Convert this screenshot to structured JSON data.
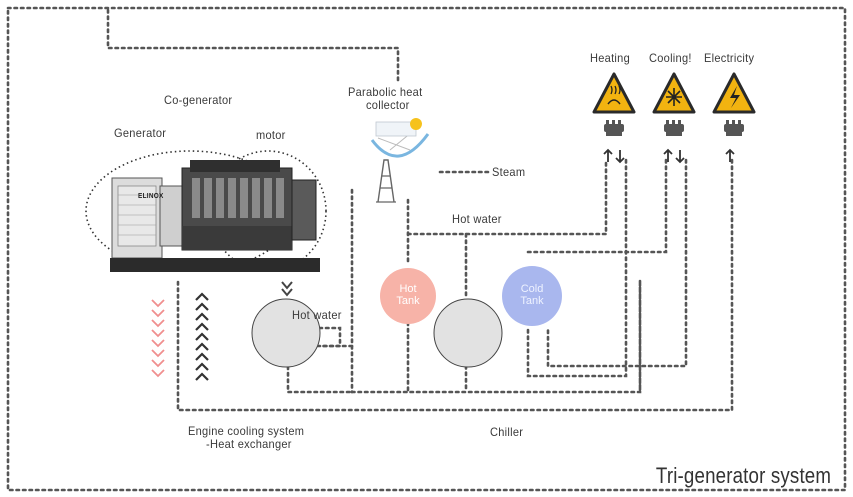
{
  "diagram": {
    "title": "Tri-generator system",
    "co_generator_label": "Co-generator",
    "generator_label": "Generator",
    "motor_label": "motor",
    "generator_brand": "ELINOX",
    "parabolic_label_line1": "Parabolic heat",
    "parabolic_label_line2": "collector",
    "steam_label": "Steam",
    "hot_water_top_label": "Hot water",
    "hot_water_hx_label": "Hot water",
    "hot_tank_line1": "Hot",
    "hot_tank_line2": "Tank",
    "cold_tank_line1": "Cold",
    "cold_tank_line2": "Tank",
    "engine_cooling_line1": "Engine cooling system",
    "engine_cooling_line2": "-Heat exchanger",
    "chiller_label": "Chiller",
    "outputs": [
      {
        "label": "Heating",
        "icon": "heating-warning-icon"
      },
      {
        "label": "Cooling!",
        "icon": "cooling-warning-icon"
      },
      {
        "label": "Electricity",
        "icon": "electricity-warning-icon"
      }
    ],
    "colors": {
      "hot_tank": "#f7b3a8",
      "cold_tank": "#a9b7ee",
      "exchanger": "#e2e2e2",
      "warning_fill": "#f2b310",
      "dotted_line": "#555555",
      "heat_arrows": "#f08f8f"
    }
  }
}
